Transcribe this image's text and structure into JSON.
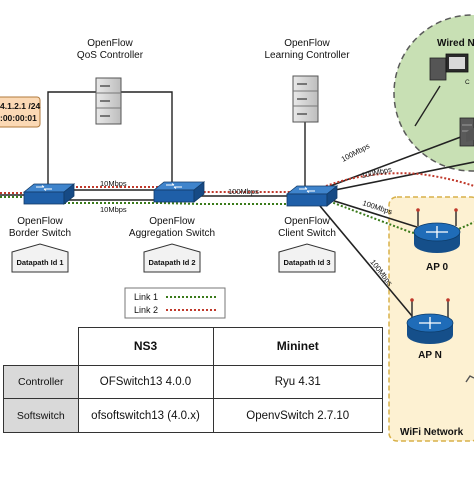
{
  "controllers": {
    "qos": {
      "line1": "OpenFlow",
      "line2": "QoS Controller"
    },
    "learning": {
      "line1": "OpenFlow",
      "line2": "Learning Controller"
    }
  },
  "address_box": {
    "line1": "4.1.2.1 /24",
    "line2": ":00:00:01"
  },
  "switches": {
    "border": {
      "line1": "OpenFlow",
      "line2": "Border Switch",
      "datapath": "Datapath Id 1"
    },
    "aggregation": {
      "line1": "OpenFlow",
      "line2": "Aggregation Switch",
      "datapath": "Datapath Id 2"
    },
    "client": {
      "line1": "OpenFlow",
      "line2": "Client Switch",
      "datapath": "Datapath Id 3"
    }
  },
  "link_speeds": {
    "border_agg_top": "10Mbps",
    "border_agg_bottom": "10Mbps",
    "agg_client": "100Mbps",
    "client_wired_1": "100Mbps",
    "client_wired_2": "100Mbps",
    "client_ap0": "100Mbps",
    "client_apn": "100Mbps"
  },
  "wired_network": {
    "label": "Wired N",
    "host_label": "C"
  },
  "wifi": {
    "label": "WiFi Network",
    "ap0": "AP 0",
    "apn": "AP N"
  },
  "legend": {
    "link1": "Link 1",
    "link2": "Link 2"
  },
  "colors": {
    "switch_blue": "#1f5fa8",
    "ap_blue": "#1f6cb8",
    "link1_green": "#3a7a1a",
    "link2_red": "#c0392b",
    "wired_green": "#c8e0b4",
    "wifi_yellow": "#fdf1d2",
    "address_orange": "#fbd9b5"
  },
  "table": {
    "headers": [
      "NS3",
      "Mininet"
    ],
    "rows": [
      {
        "label": "Controller",
        "ns3": "OFSwitch13 4.0.0",
        "mininet": "Ryu 4.31"
      },
      {
        "label": "Softswitch",
        "ns3": "ofsoftswitch13 (4.0.x)",
        "mininet": "OpenvSwitch 2.7.10"
      }
    ]
  }
}
